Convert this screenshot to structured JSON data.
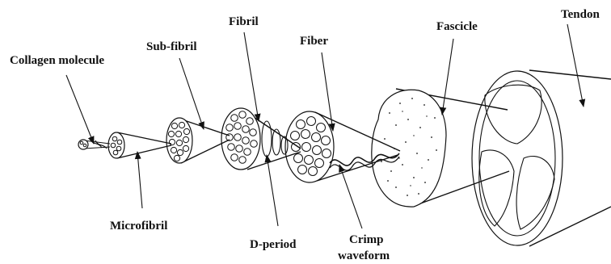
{
  "labels": {
    "collagen_molecule": "Collagen molecule",
    "sub_fibril": "Sub-fibril",
    "fibril": "Fibril",
    "fiber": "Fiber",
    "fascicle": "Fascicle",
    "tendon": "Tendon",
    "microfibril": "Microfibril",
    "d_period": "D-period",
    "crimp": "Crimp",
    "waveform": "waveform"
  }
}
